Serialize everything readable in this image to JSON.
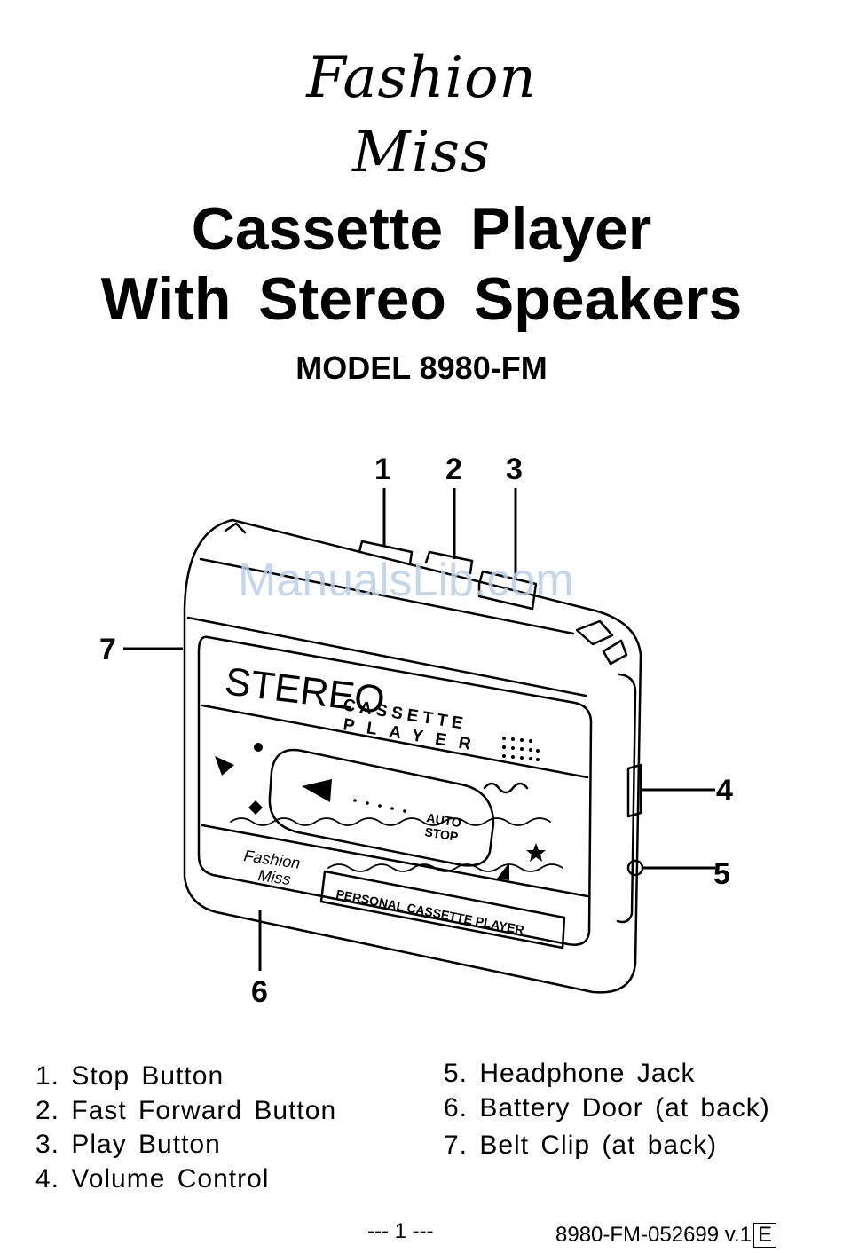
{
  "brand": {
    "line1": "Fashion",
    "line2": "Miss"
  },
  "title": {
    "line1": "Cassette Player",
    "line2": "With Stereo Speakers"
  },
  "model": "MODEL 8980-FM",
  "watermark": "ManualsLib.com",
  "device": {
    "stereo_logo": "STEREO",
    "cassette_label_line1": "CASSETTE",
    "cassette_label_line2": "PLAYER",
    "auto_stop_line1": "AUTO",
    "auto_stop_line2": "STOP",
    "mini_brand_line1": "Fashion",
    "mini_brand_line2": "Miss",
    "strip_label": "PERSONAL CASSETTE PLAYER"
  },
  "callouts": [
    "1",
    "2",
    "3",
    "4",
    "5",
    "6",
    "7"
  ],
  "parts_left": [
    "1. Stop Button",
    "2. Fast Forward Button",
    "3. Play Button",
    "4. Volume Control"
  ],
  "parts_right": [
    "5. Headphone Jack",
    "6. Battery Door (at back)",
    "7. Belt Clip (at back)"
  ],
  "footer": {
    "page": "--- 1 ---",
    "doc_code": "8980-FM-052699 v.1",
    "edition": "E"
  }
}
